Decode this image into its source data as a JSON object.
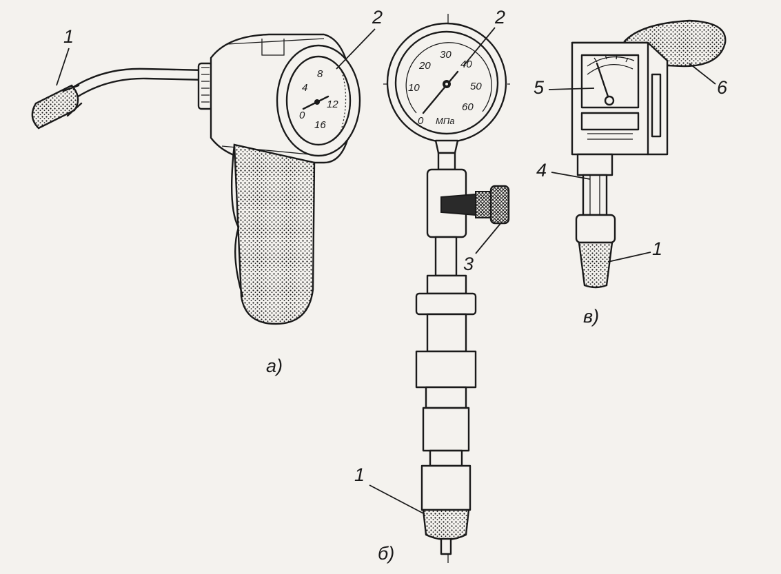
{
  "panels": {
    "a": {
      "caption": "а)",
      "labels": {
        "tip": "1",
        "gauge": "2"
      },
      "gauge_ticks": [
        "0",
        "4",
        "8",
        "12",
        "16"
      ]
    },
    "b": {
      "caption": "б)",
      "labels": {
        "gauge": "2",
        "valve": "3",
        "tip": "1"
      },
      "gauge_ticks": [
        "0",
        "10",
        "20",
        "30",
        "40",
        "50",
        "60"
      ],
      "gauge_unit": "МПа"
    },
    "c": {
      "caption": "в)",
      "labels": {
        "meter": "5",
        "handle": "6",
        "tube": "4",
        "tip": "1"
      }
    }
  },
  "colors": {
    "ink": "#1a1a1a",
    "paper": "#f4f2ee",
    "shade": "#3a3a3a"
  }
}
